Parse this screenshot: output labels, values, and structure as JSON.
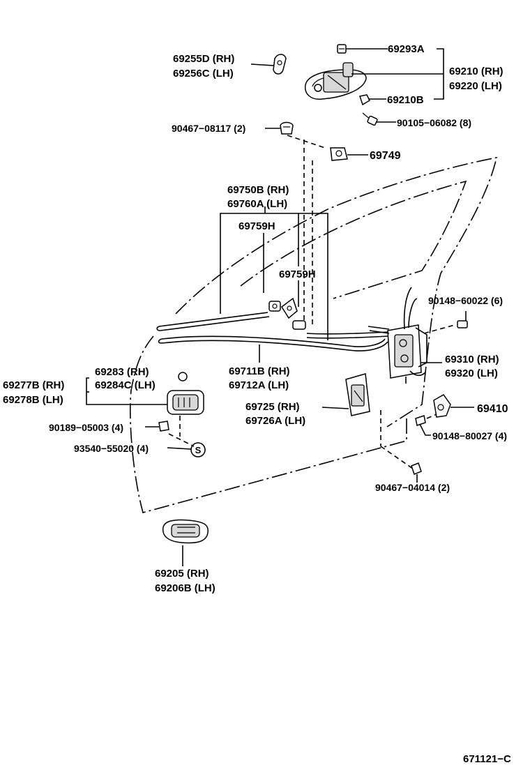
{
  "labels": {
    "l69255d": "69255D (RH)",
    "l69256c": "69256C (LH)",
    "l69293a": "69293A",
    "l69210": "69210 (RH)",
    "l69220": "69220 (LH)",
    "l69210b": "69210B",
    "l90105": "90105−06082 (8)",
    "l90467a": "90467−08117 (2)",
    "l69749": "69749",
    "l69750b": "69750B (RH)",
    "l69760a": "69760A (LH)",
    "l69759h1": "69759H",
    "l69759h2": "69759H",
    "l90148a": "90148−60022 (6)",
    "l69310": "69310 (RH)",
    "l69320": "69320 (LH)",
    "l69283": "69283   (RH)",
    "l69284c": "69284C (LH)",
    "l69277b": "69277B (RH)",
    "l69278b": "69278B (LH)",
    "l69711b": "69711B (RH)",
    "l69712a": "69712A (LH)",
    "l69725": "69725   (RH)",
    "l69726a": "69726A (LH)",
    "l69410": "69410",
    "l90189": "90189−05003 (4)",
    "l90148b": "90148−80027 (4)",
    "l93540": "93540−55020 (4)",
    "s_symbol": "S",
    "l90467b": "90467−04014 (2)",
    "l69205": "69205   (RH)",
    "l69206b": "69206B (LH)",
    "footer_code": "671121−C"
  }
}
